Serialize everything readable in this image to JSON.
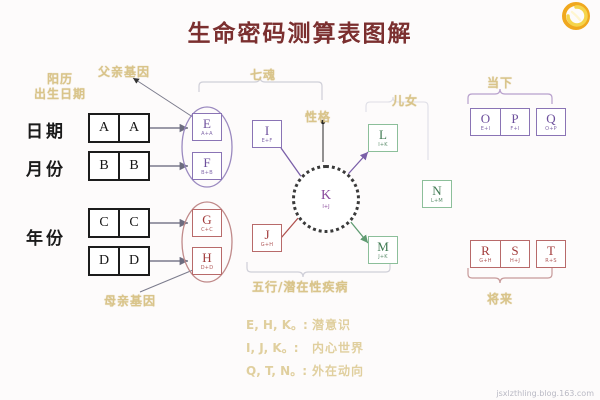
{
  "page": {
    "title": "生命密码测算表图解",
    "watermark": "jsxlzthling.blog.163.com",
    "logo_icon": "spiral-logo-icon",
    "colors": {
      "title": "#7b2f2f",
      "gold": "#d9c48a",
      "purple": "#8a74b5",
      "red": "#b86a6a",
      "green": "#8cbf9a",
      "black": "#1c1c1c",
      "background": "#fdfbfb"
    }
  },
  "annotations": {
    "birth_date": "阳历\n出生日期",
    "birth_date_line1": "阳历",
    "birth_date_line2": "出生日期",
    "father_gene": "父亲基因",
    "mother_gene": "母亲基因",
    "seven_souls": "七魂",
    "personality": "性格",
    "children": "儿女",
    "present": "当下",
    "future": "将来",
    "five_elements": "五行/潜在性疾病"
  },
  "row_labels": [
    {
      "label": "日期"
    },
    {
      "label": "月份"
    },
    {
      "label": "年份"
    }
  ],
  "input_boxes": [
    {
      "name": "box-a",
      "left": "A",
      "right": "A"
    },
    {
      "name": "box-b",
      "left": "B",
      "right": "B"
    },
    {
      "name": "box-c",
      "left": "C",
      "right": "C"
    },
    {
      "name": "box-d",
      "left": "D",
      "right": "D"
    }
  ],
  "code_boxes": {
    "E": {
      "letter": "E",
      "formula": "A+A",
      "color": "purple"
    },
    "F": {
      "letter": "F",
      "formula": "B+B",
      "color": "purple"
    },
    "G": {
      "letter": "G",
      "formula": "C+C",
      "color": "red"
    },
    "H": {
      "letter": "H",
      "formula": "D+D",
      "color": "red"
    },
    "I": {
      "letter": "I",
      "formula": "E+F",
      "color": "purple"
    },
    "J": {
      "letter": "J",
      "formula": "G+H",
      "color": "red"
    },
    "K": {
      "letter": "K",
      "formula": "I+J",
      "color": "purple"
    },
    "L": {
      "letter": "L",
      "formula": "I+K",
      "color": "green"
    },
    "M": {
      "letter": "M",
      "formula": "J+K",
      "color": "green"
    },
    "N": {
      "letter": "N",
      "formula": "L+M",
      "color": "green"
    },
    "O": {
      "letter": "O",
      "formula": "E+I",
      "color": "purple"
    },
    "P": {
      "letter": "P",
      "formula": "F+I",
      "color": "purple"
    },
    "Q": {
      "letter": "Q",
      "formula": "O+P",
      "color": "purple"
    },
    "R": {
      "letter": "R",
      "formula": "G+H",
      "color": "red"
    },
    "S": {
      "letter": "S",
      "formula": "H+J",
      "color": "red"
    },
    "T": {
      "letter": "T",
      "formula": "R+S",
      "color": "red"
    }
  },
  "legend": [
    {
      "codes": "E, H, K。:",
      "desc": "潜意识"
    },
    {
      "codes": "I, J, K。:",
      "desc": "内心世界"
    },
    {
      "codes": "Q, T, N。:",
      "desc": "外在动向"
    }
  ]
}
